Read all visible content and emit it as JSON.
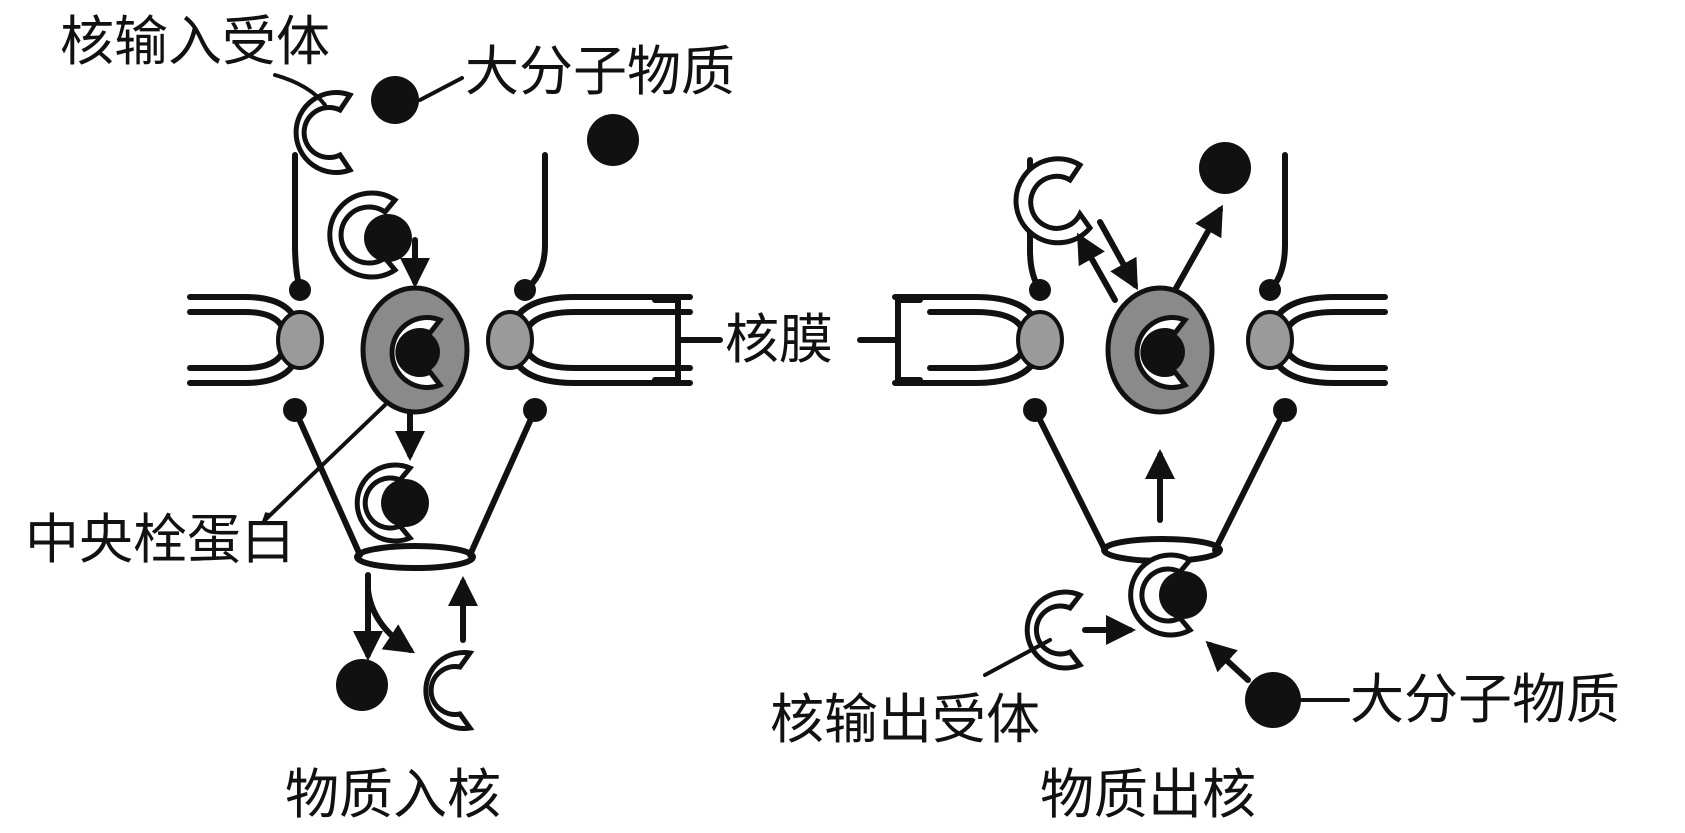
{
  "figure": {
    "left_panel": {
      "labels": {
        "import_receptor": "核输入受体",
        "macromolecule": "大分子物质",
        "nuclear_envelope": "核膜",
        "central_plug": "中央栓蛋白"
      },
      "caption": "物质入核"
    },
    "right_panel": {
      "labels": {
        "export_receptor": "核输出受体",
        "macromolecule": "大分子物质"
      },
      "caption": "物质出核"
    }
  }
}
